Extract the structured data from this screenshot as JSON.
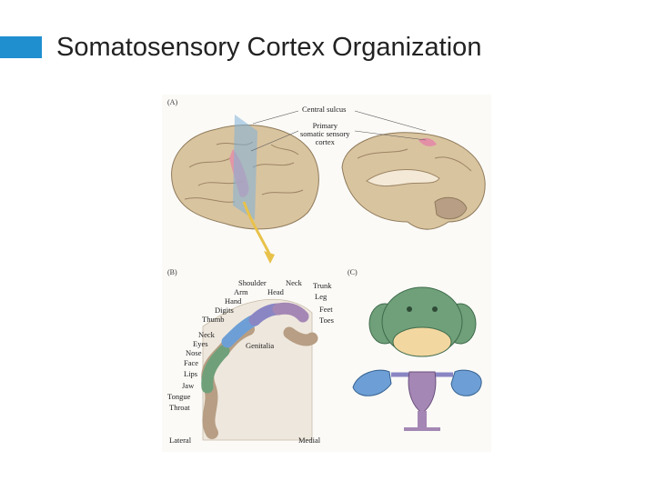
{
  "slide": {
    "title": "Somatosensory Cortex Organization",
    "accent_color": "#1f8fd0"
  },
  "figure": {
    "panel_a": "(A)",
    "panel_b": "(B)",
    "panel_c": "(C)",
    "central_sulcus": "Central sulcus",
    "primary_cortex": [
      "Primary",
      "somatic sensory",
      "cortex"
    ],
    "homunculus_labels": {
      "shoulder": "Shoulder",
      "arm": "Arm",
      "hand": "Hand",
      "digits": "Digits",
      "thumb": "Thumb",
      "head": "Head",
      "neck_top": "Neck",
      "trunk": "Trunk",
      "leg": "Leg",
      "feet": "Feet",
      "toes": "Toes",
      "genitalia": "Genitalia",
      "neck_side": "Neck",
      "eyes": "Eyes",
      "nose": "Nose",
      "face": "Face",
      "lips": "Lips",
      "jaw": "Jaw",
      "tongue": "Tongue",
      "throat": "Throat"
    },
    "lateral": "Lateral",
    "medial": "Medial",
    "colors": {
      "brain": "#d9c4a0",
      "cortex_highlight": "#e38fa6",
      "face_region": "#6fa07a",
      "hand_region": "#6d9fd6",
      "arm_region": "#8a86c4",
      "leg_region": "#a487b4",
      "genital_region": "#b79e84"
    }
  }
}
